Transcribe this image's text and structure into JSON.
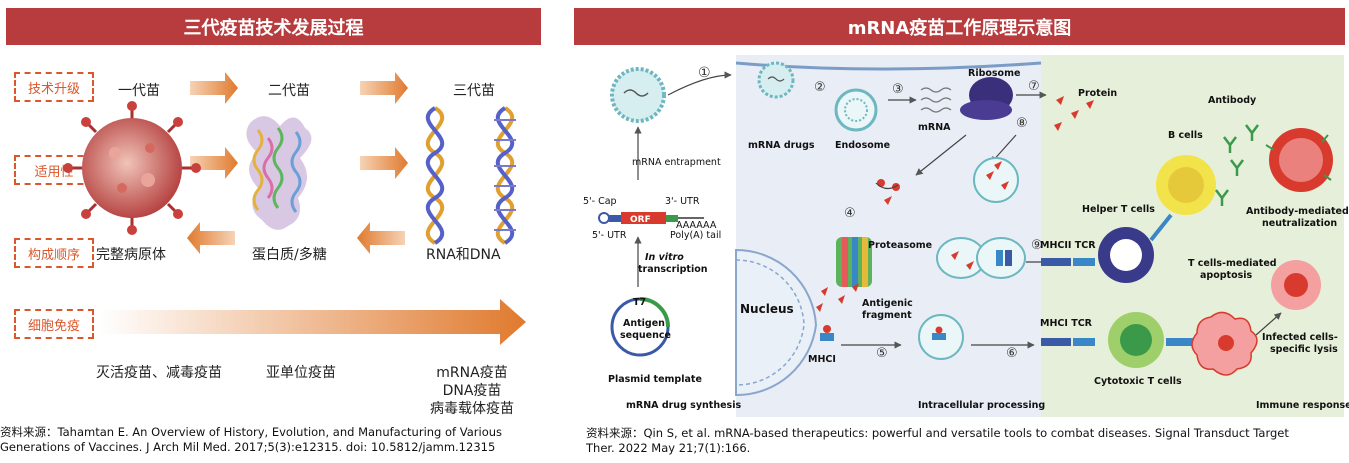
{
  "left": {
    "title": "三代疫苗技术发展过程",
    "row_labels": [
      "技术升级",
      "适用性",
      "构成顺序",
      "细胞免疫"
    ],
    "generations": [
      "一代苗",
      "二代苗",
      "三代苗"
    ],
    "components": [
      "完整病原体",
      "蛋白质/多糖",
      "RNA和DNA"
    ],
    "vaccine_types": {
      "first": "灭活疫苗、减毒疫苗",
      "second": "亚单位疫苗",
      "third": [
        "mRNA疫苗",
        "DNA疫苗",
        "病毒载体疫苗"
      ]
    },
    "source_line1": "资料来源：Tahamtan E. An Overview of History, Evolution, and Manufacturing of Various",
    "source_line2": "Generations of Vaccines. J Arch Mil Med. 2017;5(3):e12315. doi: 10.5812/jamm.12315"
  },
  "right": {
    "title": "mRNA疫苗工作原理示意图",
    "labels": {
      "mrna_entrapment": "mRNA entrapment",
      "cap5": "5'- Cap",
      "utr3": "3'- UTR",
      "utr5": "5'- UTR",
      "orf": "ORF",
      "aaaaa": "AAAAAA",
      "polya": "Poly(A) tail",
      "invitro": "In vitro",
      "transcription": "transcription",
      "t7": "T7",
      "antigen_sequence_1": "Antigen",
      "antigen_sequence_2": "sequence",
      "plasmid": "Plasmid template",
      "synthesis": "mRNA drug synthesis",
      "mrna_drugs": "mRNA drugs",
      "endosome": "Endosome",
      "ribosome": "Ribosome",
      "mrna": "mRNA",
      "protein": "Protein",
      "proteasome": "Proteasome",
      "nucleus": "Nucleus",
      "antigenic_1": "Antigenic",
      "antigenic_2": "fragment",
      "mhci": "MHCI",
      "intracellular": "Intracellular processing",
      "antibody": "Antibody",
      "b_cells": "B cells",
      "helper_t": "Helper T cells",
      "ab_neutral_1": "Antibody-mediated",
      "ab_neutral_2": "neutralization",
      "mhcii_tcr": "MHCII  TCR",
      "t_apoptosis_1": "T cells-mediated",
      "t_apoptosis_2": "apoptosis",
      "mhci_tcr": "MHCI  TCR",
      "infected_1": "Infected cells-",
      "infected_2": "specific lysis",
      "cytotoxic": "Cytotoxic T cells",
      "immune": "Immune response"
    },
    "steps": [
      "①",
      "②",
      "③",
      "④",
      "⑤",
      "⑥",
      "⑦",
      "⑧",
      "⑨"
    ],
    "source_line1": "资料来源：Qin S, et al. mRNA-based therapeutics: powerful and versatile tools to combat diseases. Signal Transduct Target",
    "source_line2": "Ther. 2022 May 21;7(1):166."
  },
  "colors": {
    "header": "#b83b3d",
    "accent_orange": "#e07a2e",
    "dashed_label": "#d9572b",
    "immune_bg": "#e6efd9",
    "process_bg": "#e9eef6"
  }
}
